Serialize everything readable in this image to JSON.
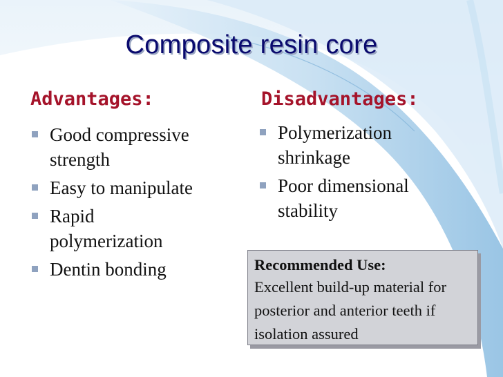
{
  "slide": {
    "title": "Composite resin core",
    "advantages": {
      "heading": "Advantages:",
      "items": [
        {
          "label": "Good compressive strength"
        },
        {
          "label": "Easy to manipulate"
        },
        {
          "label": "Rapid polymerization"
        },
        {
          "label": "Dentin bonding"
        }
      ]
    },
    "disadvantages": {
      "heading": "Disadvantages:",
      "items": [
        {
          "label": "Polymerization shrinkage"
        },
        {
          "label": "Poor dimensional stability"
        }
      ]
    },
    "recommended": {
      "title": "Recommended Use:",
      "text": "Excellent build-up material for posterior and anterior teeth if isolation assured"
    }
  },
  "colors": {
    "title": "#0a0a6e",
    "heading": "#a5132a",
    "bullet": "#8fa2bf",
    "box_background": "#d2d3d8",
    "background_swirl": "#b9d7ec"
  }
}
